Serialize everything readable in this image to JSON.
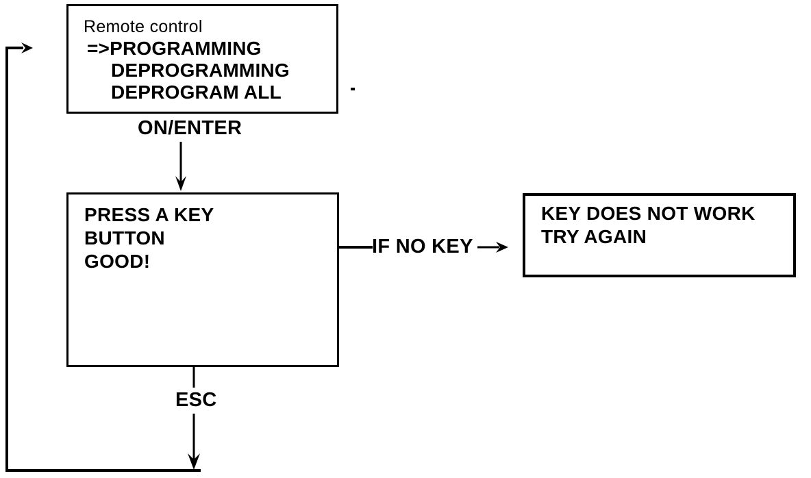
{
  "colors": {
    "ink": "#000000",
    "paper": "#ffffff"
  },
  "top_box": {
    "lines": [
      "Remote control",
      "=>PROGRAMMING",
      "DEPROGRAMMING",
      "DEPROGRAM ALL"
    ]
  },
  "press_box": {
    "lines": [
      "PRESS A KEY",
      "BUTTON",
      "GOOD!"
    ]
  },
  "error_box": {
    "lines": [
      "KEY DOES NOT WORK",
      "TRY AGAIN"
    ]
  },
  "labels": {
    "on_enter": "ON/ENTER",
    "if_no_key": "IF NO KEY",
    "esc": "ESC"
  }
}
